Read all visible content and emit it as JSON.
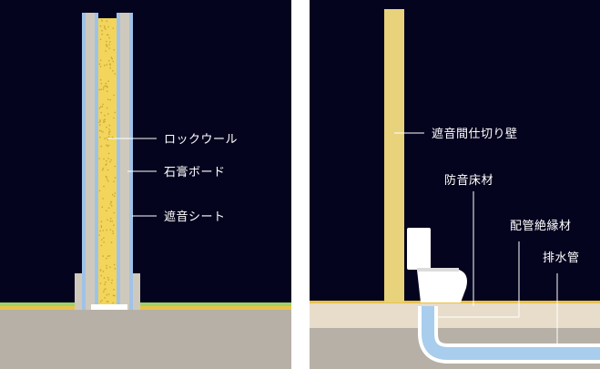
{
  "colors": {
    "background": "#05041f",
    "rockwool": "#f2d55a",
    "gypsum_board": "#cfc9bd",
    "sound_sheet": "#9fc3e8",
    "floor_slab": "#b6b0a6",
    "floor_finish": "#e8dccb",
    "floor_line_green": "#9bd36a",
    "floor_line_yellow": "#e9c24a",
    "partition_wall": "#e8d27c",
    "pipe": "#a9cdec",
    "toilet": "#ffffff",
    "leader": "#ffffff"
  },
  "left_panel": {
    "labels": {
      "rockwool": "ロックウール",
      "gypsum_board": "石膏ボード",
      "sound_sheet": "遮音シート"
    }
  },
  "right_panel": {
    "labels": {
      "partition_wall": "遮音間仕切り壁",
      "floor_material": "防音床材",
      "pipe_insulation": "配管絶縁材",
      "drain_pipe": "排水管"
    }
  }
}
